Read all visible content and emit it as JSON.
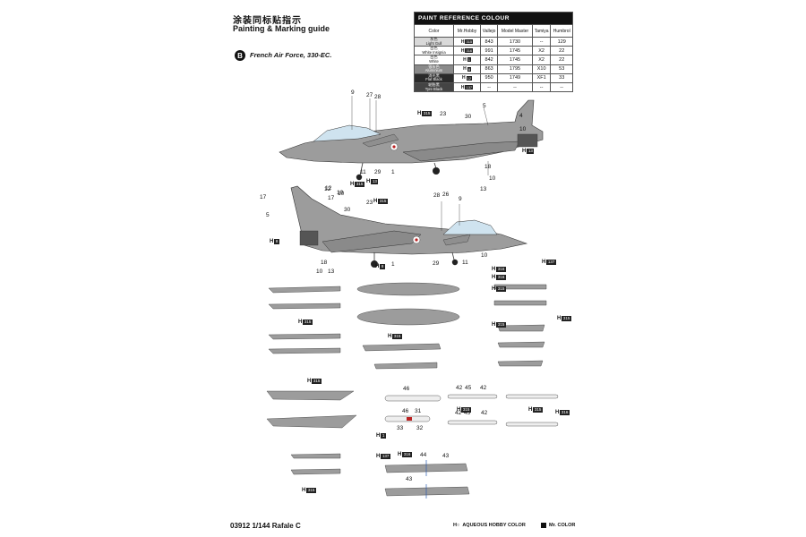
{
  "header": {
    "title_cn": "涂装同标贴指示",
    "title_en": "Painting & Marking guide"
  },
  "variant": {
    "badge": "B",
    "label": "French Air Force, 330-EC."
  },
  "paint_table": {
    "caption": "PAINT  REFERENCE COLOUR",
    "columns": [
      "Color",
      "Mr.Hobby",
      "Vallejo",
      "Model Master",
      "Tamiya",
      "Humbrol"
    ],
    "rows": [
      {
        "color_cn": "灰色",
        "color_en": "Light Gull",
        "swatch": "#d9d9d9",
        "code": "315",
        "vallejo": "843",
        "model_master": "1730",
        "tamiya": "--",
        "humbrol": "129"
      },
      {
        "color_cn": "白色",
        "color_en": "White Insignia",
        "swatch": "#ffffff",
        "code": "316",
        "vallejo": "991",
        "model_master": "1745",
        "tamiya": "X2",
        "humbrol": "22"
      },
      {
        "color_cn": "白色",
        "color_en": "White",
        "swatch": "#ffffff",
        "code": "1",
        "vallejo": "842",
        "model_master": "1745",
        "tamiya": "X2",
        "humbrol": "22"
      },
      {
        "color_cn": "银灰色",
        "color_en": "Aluminium",
        "swatch": "#8a8a8a",
        "code": "8",
        "vallejo": "863",
        "model_master": "1795",
        "tamiya": "X10",
        "humbrol": "53"
      },
      {
        "color_cn": "消光黑",
        "color_en": "Flat Black",
        "swatch": "#2a2a2a",
        "code": "12",
        "vallejo": "950",
        "model_master": "1749",
        "tamiya": "XF1",
        "humbrol": "33"
      },
      {
        "color_cn": "轮胎黑",
        "color_en": "Tyre Black",
        "swatch": "#444444",
        "code": "137",
        "vallejo": "--",
        "model_master": "--",
        "tamiya": "--",
        "humbrol": "--"
      }
    ]
  },
  "callouts": {
    "top": [
      "9",
      "27",
      "28",
      "12",
      "10",
      "17",
      "23",
      "30",
      "5",
      "4",
      "10",
      "11",
      "29",
      "1",
      "18",
      "10",
      "13"
    ],
    "bottom": [
      "17",
      "12",
      "10",
      "30",
      "5",
      "23",
      "28",
      "26",
      "9",
      "18",
      "10",
      "13",
      "1",
      "29",
      "11",
      "10"
    ],
    "weapons": [
      "46",
      "42",
      "45",
      "42",
      "46",
      "31",
      "33",
      "32",
      "42",
      "45",
      "42",
      "44",
      "43",
      "43"
    ]
  },
  "ref_tags": [
    "315",
    "315",
    "13",
    "8",
    "315",
    "13",
    "8",
    "137",
    "316",
    "315",
    "315",
    "315",
    "315",
    "316",
    "316",
    "315",
    "315",
    "1",
    "137",
    "316",
    "315",
    "315",
    "315"
  ],
  "footer": {
    "code": "03912  1/144  Rafale C",
    "legend_h_mark": "H",
    "legend_h_box": "○",
    "legend_aqueous": "AQUEOUS HOBBY COLOR",
    "legend_mr": "Mr. COLOR"
  },
  "colors": {
    "aircraft_grey": "#9c9c9c",
    "aircraft_dark": "#6f6f6f",
    "canopy": "#cfe3ef",
    "line": "#333333"
  }
}
